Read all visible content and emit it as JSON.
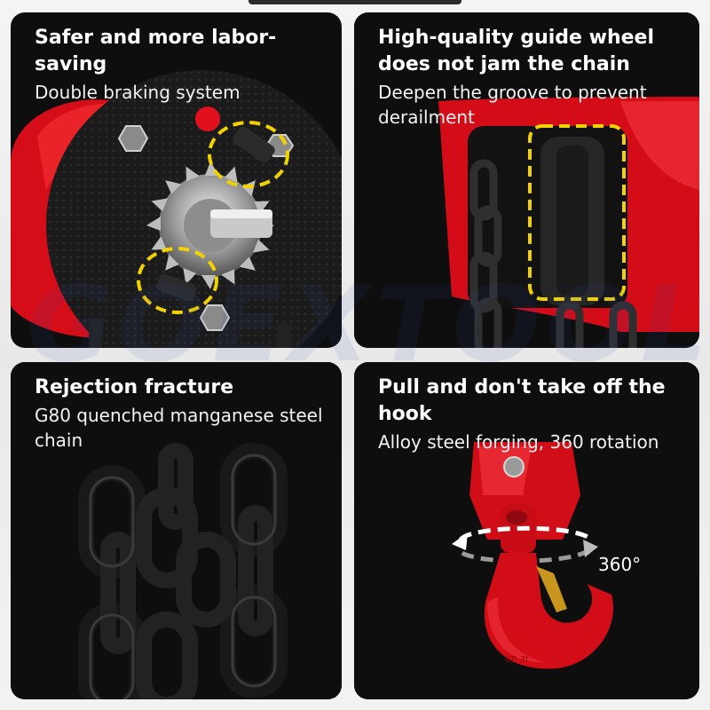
{
  "watermark": "GOEXTOOL",
  "panels": [
    {
      "title": "Safer and more labor-saving",
      "subtitle": "Double braking system"
    },
    {
      "title": "High-quality guide wheel does not jam the chain",
      "subtitle": "Deepen the groove to prevent derailment"
    },
    {
      "title": "Rejection fracture",
      "subtitle": "G80 quenched manganese steel chain"
    },
    {
      "title": "Pull and don't take off the hook",
      "subtitle": "Alloy steel forging, 360 rotation",
      "rotation_label": "360°"
    }
  ],
  "colors": {
    "panel_bg": "#0e0e0e",
    "accent_red": "#e0101c",
    "highlight_yellow": "#f2d200",
    "chain_black": "#151515"
  }
}
